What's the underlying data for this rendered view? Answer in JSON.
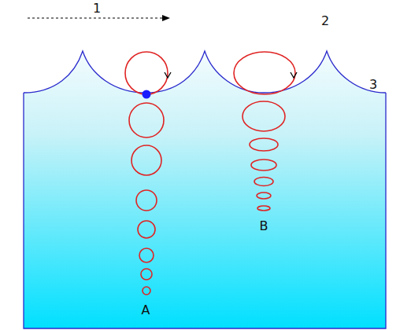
{
  "diagram": {
    "labels": [
      "1",
      "2",
      "3",
      "A",
      "B"
    ]
  }
}
